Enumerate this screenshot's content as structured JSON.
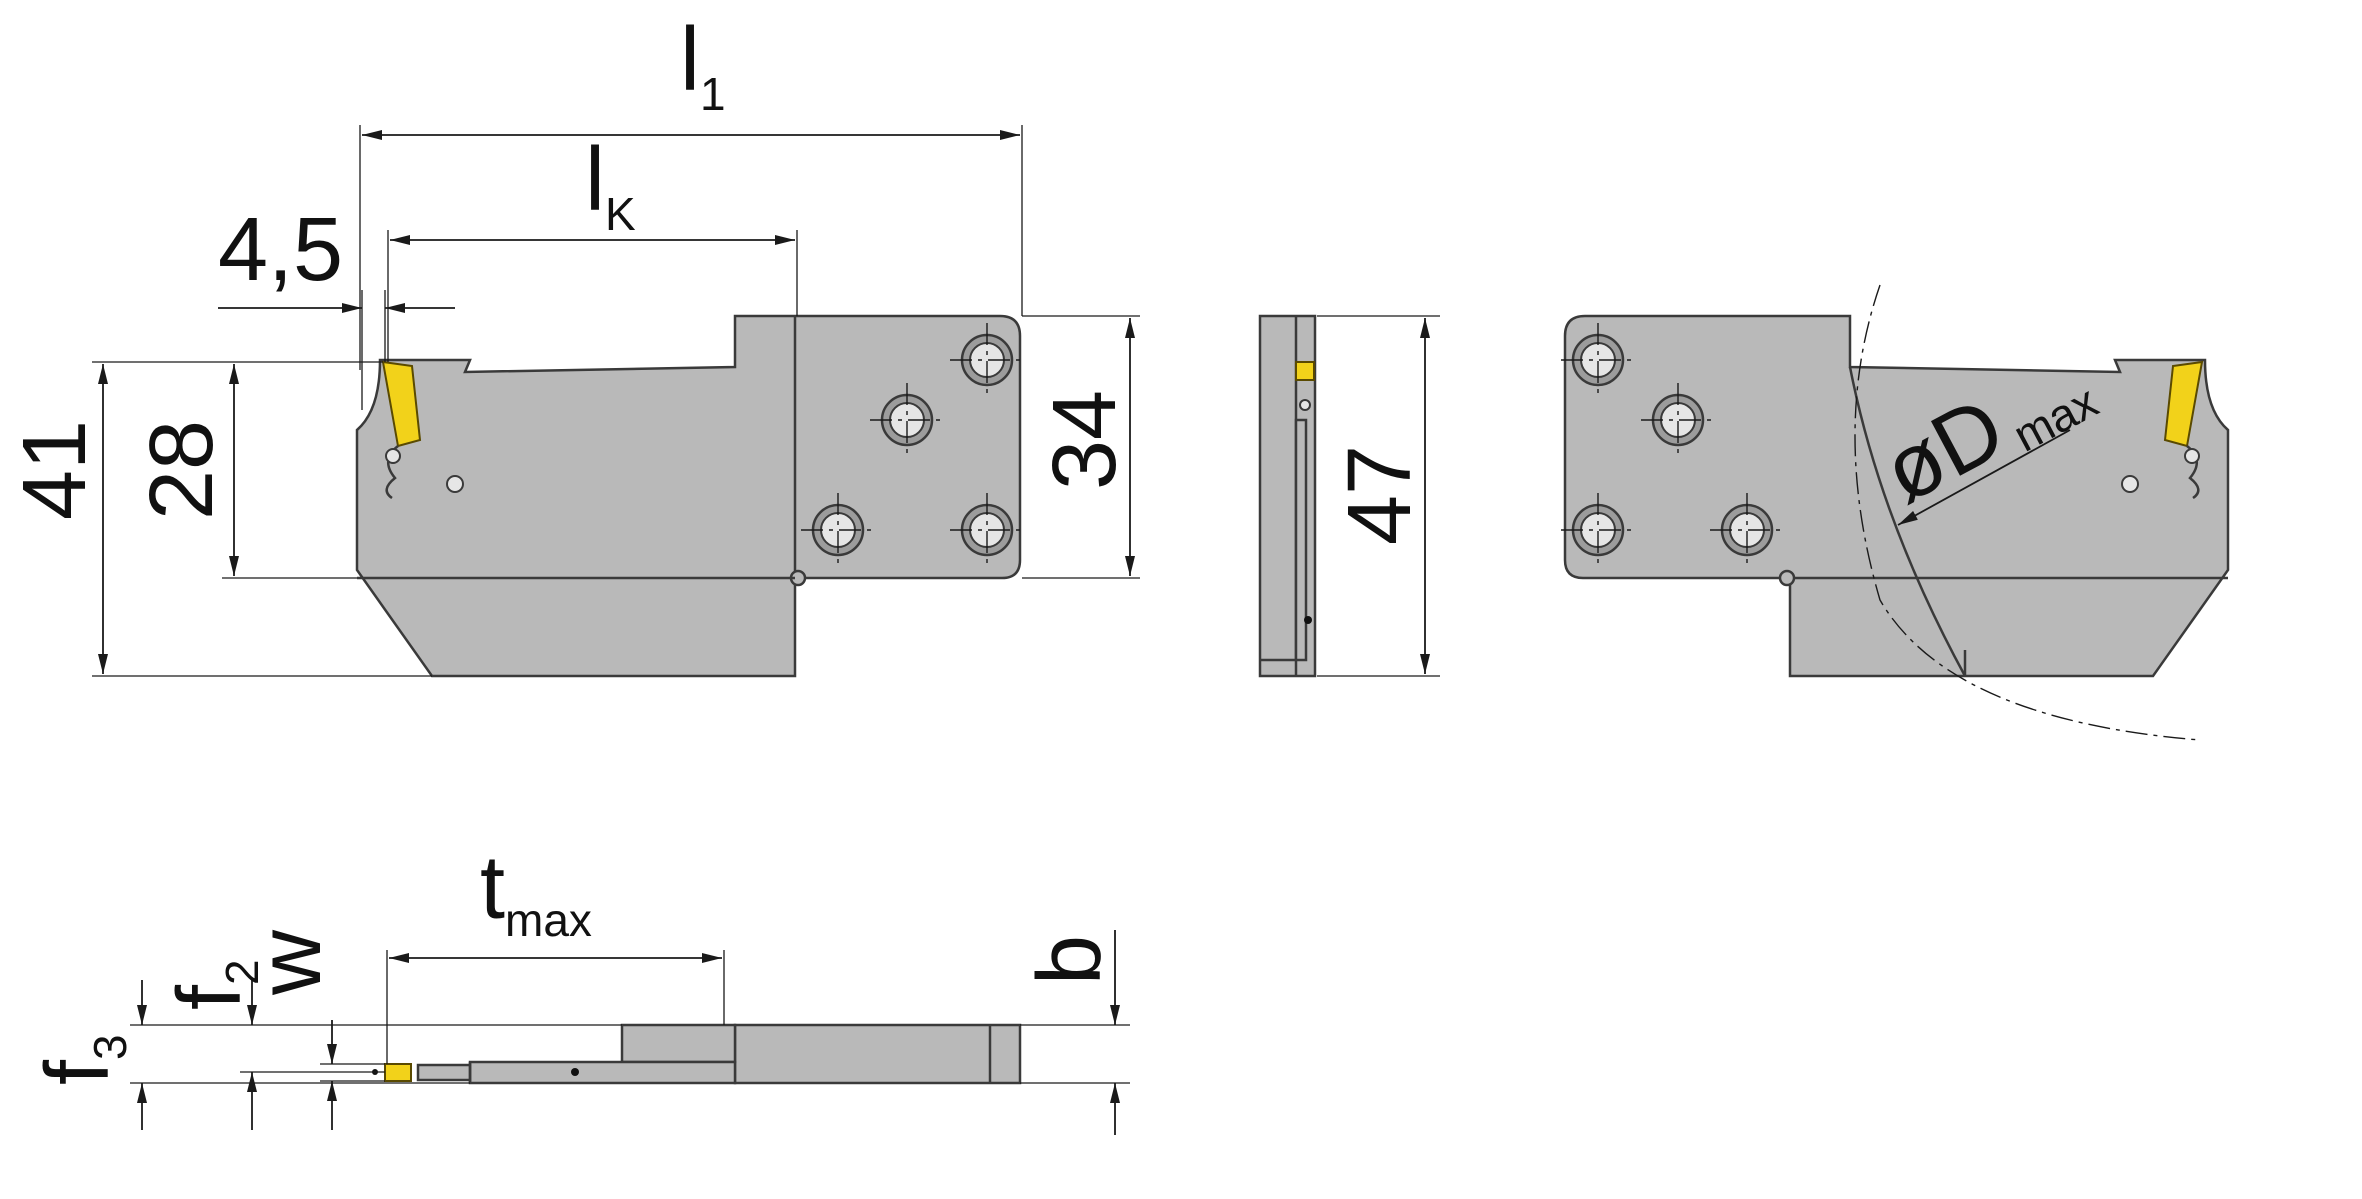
{
  "labels": {
    "l1_main": "l",
    "l1_sub": "1",
    "lk_main": "l",
    "lk_sub": "K",
    "offset_45": "4,5",
    "height_41": "41",
    "height_28": "28",
    "height_34": "34",
    "height_47": "47",
    "dmax_main": "øD",
    "dmax_sub": "max",
    "tmax_main": "t",
    "tmax_sub": "max",
    "b": "b",
    "w": "w",
    "f2_main": "f",
    "f2_sub": "2",
    "f3_main": "f",
    "f3_sub": "3"
  },
  "colors": {
    "body": "#b9b9b9",
    "outline": "#3a3a3a",
    "insert": "#f2d21a"
  }
}
